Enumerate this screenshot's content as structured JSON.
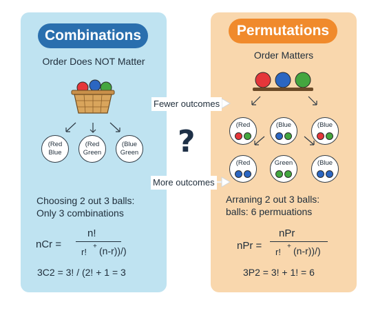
{
  "left": {
    "title": "Combinations",
    "subtitle": "Order Does NOT Matter",
    "circles": [
      {
        "label": "(Red\nBlue"
      },
      {
        "label": "(Red\nGreen"
      },
      {
        "label": "(Blue\nGreen"
      }
    ],
    "description_line1": "Choosing 2 out 3 balls:",
    "description_line2": "Only 3 combinations",
    "formula_lhs": "nCr =",
    "formula_num": "n!",
    "formula_den_a": "r!",
    "formula_den_plus": "+",
    "formula_den_b": "(n-r))/)",
    "example": "3C2 = 3! / (2! + 1 = 3"
  },
  "right": {
    "title": "Permutations",
    "subtitle": "Order Matters",
    "circles": [
      {
        "label": "(Red",
        "balls": [
          "#e5363a",
          "#44a63f"
        ]
      },
      {
        "label": "(Blue",
        "balls": [
          "#2b66c2",
          "#44a63f"
        ]
      },
      {
        "label": "(Blue",
        "balls": [
          "#e5363a",
          "#44a63f"
        ]
      },
      {
        "label": "(Red",
        "balls": [
          "#2b66c2",
          "#2b66c2"
        ]
      },
      {
        "label": "Green",
        "balls": [
          "#44a63f",
          "#44a63f"
        ]
      },
      {
        "label": "(Blue",
        "balls": [
          "#2b66c2",
          "#2b66c2"
        ]
      }
    ],
    "description_line1": "Arraning 2 out 3 balls:",
    "description_line2": "balls: 6 permuations",
    "formula_lhs": "nPr =",
    "formula_num": "nPr",
    "formula_den_a": "r!",
    "formula_den_plus": "+",
    "formula_den_b": "(n-r))/)",
    "example": "3P2 = 3! + 1! = 6"
  },
  "middle": {
    "fewer": "Fewer outcomes",
    "more": "More outcomes",
    "question": "?"
  },
  "colors": {
    "red": "#e5363a",
    "blue": "#2b66c2",
    "green": "#44a63f",
    "basket": "#d9a55c"
  }
}
